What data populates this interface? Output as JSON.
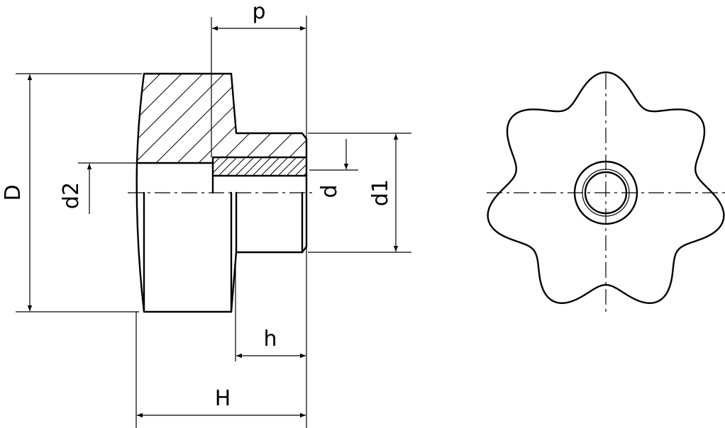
{
  "dimensions": {
    "p": "p",
    "D": "D",
    "d2": "d2",
    "d": "d",
    "d1": "d1",
    "h": "h",
    "H": "H"
  },
  "colors": {
    "stroke": "#000000",
    "background": "#ffffff"
  }
}
